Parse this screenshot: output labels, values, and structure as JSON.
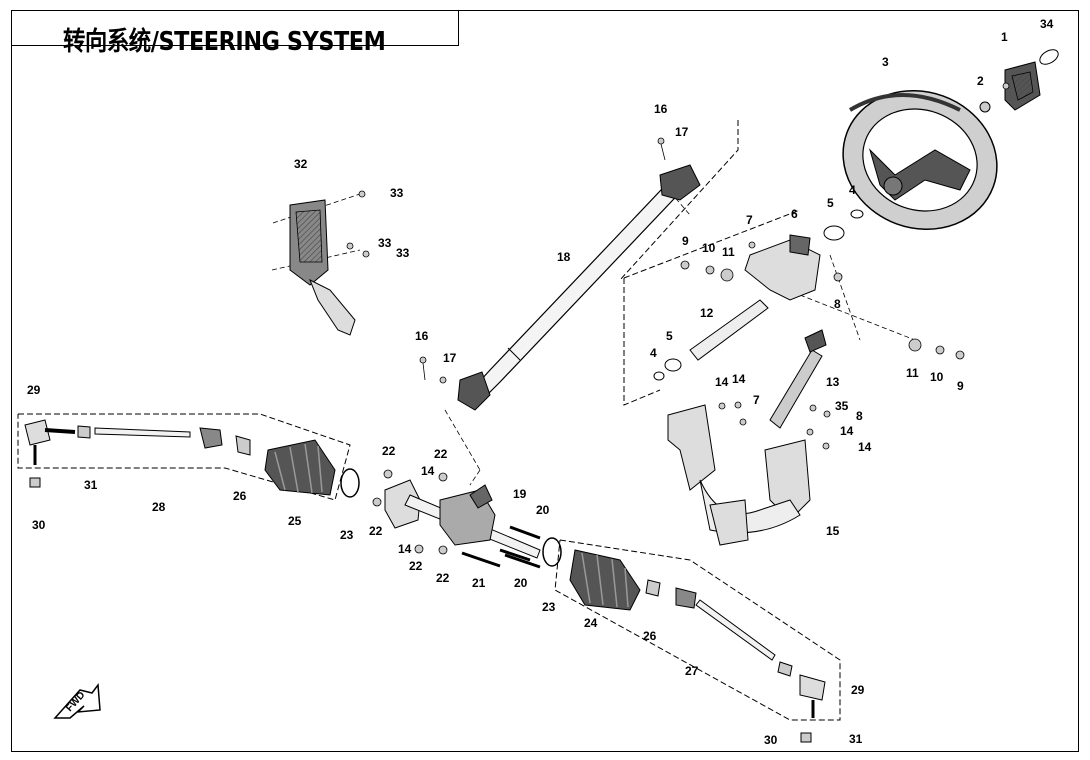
{
  "title": "转向系统/STEERING SYSTEM",
  "fwd_label": "FWD",
  "callouts": [
    "1",
    "2",
    "3",
    "4",
    "4",
    "5",
    "5",
    "6",
    "7",
    "7",
    "8",
    "8",
    "9",
    "9",
    "10",
    "10",
    "11",
    "11",
    "12",
    "13",
    "14",
    "14",
    "14",
    "14",
    "14",
    "14",
    "15",
    "16",
    "16",
    "17",
    "17",
    "18",
    "19",
    "20",
    "20",
    "21",
    "22",
    "22",
    "22",
    "22",
    "22",
    "23",
    "23",
    "24",
    "25",
    "26",
    "26",
    "27",
    "28",
    "29",
    "29",
    "30",
    "30",
    "31",
    "31",
    "32",
    "33",
    "33",
    "33",
    "34",
    "35"
  ],
  "parts": {
    "steering_wheel": "steering-wheel",
    "steering_shaft": "steering-shaft",
    "steering_column": "steering-column",
    "mount_bracket": "mount-bracket",
    "accelerator_pedal": "accelerator-pedal",
    "steering_rack": "steering-rack",
    "tie_rod_left": "tie-rod-left",
    "tie_rod_right": "tie-rod-right",
    "boot_left": "boot-left",
    "boot_right": "boot-right",
    "hub_cover": "hub-cover"
  }
}
